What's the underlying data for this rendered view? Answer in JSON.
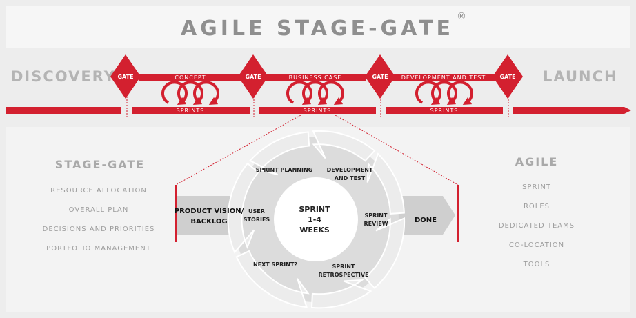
{
  "title": "AGILE STAGE-GATE",
  "registered_mark": "®",
  "phases": {
    "discovery": "DISCOVERY",
    "launch": "LAUNCH",
    "gate_label": "GATE",
    "stages": [
      "CONCEPT",
      "BUSINESS CASE",
      "DEVELOPMENT AND TEST"
    ],
    "sprints_label": "SPRINTS"
  },
  "stage_gate": {
    "heading": "STAGE-GATE",
    "items": [
      "RESOURCE ALLOCATION",
      "OVERALL PLAN",
      "DECISIONS AND PRIORITIES",
      "PORTFOLIO MANAGEMENT"
    ]
  },
  "agile": {
    "heading": "AGILE",
    "items": [
      "SPRINT",
      "ROLES",
      "DEDICATED TEAMS",
      "CO-LOCATION",
      "TOOLS"
    ]
  },
  "cycle": {
    "input": [
      "PRODUCT VISION/",
      "BACKLOG"
    ],
    "output": "DONE",
    "center": [
      "SPRINT",
      "1-4",
      "WEEKS"
    ],
    "steps": {
      "planning": [
        "SPRINT PLANNING"
      ],
      "development": [
        "DEVELOPMENT",
        "AND TEST"
      ],
      "review": [
        "SPRINT",
        "REVIEW"
      ],
      "retrospective": [
        "SPRINT",
        "RETROSPECTIVE"
      ],
      "next": [
        "NEXT SPRINT?"
      ],
      "stories": [
        "USER",
        "STORIES"
      ]
    }
  },
  "colors": {
    "red": "#d3202f",
    "title_gray": "#8f8f8f",
    "phase_gray": "#b4b4b4",
    "list_gray": "#9d9d9d",
    "background": "#ededed",
    "panel": "#f3f3f3"
  }
}
